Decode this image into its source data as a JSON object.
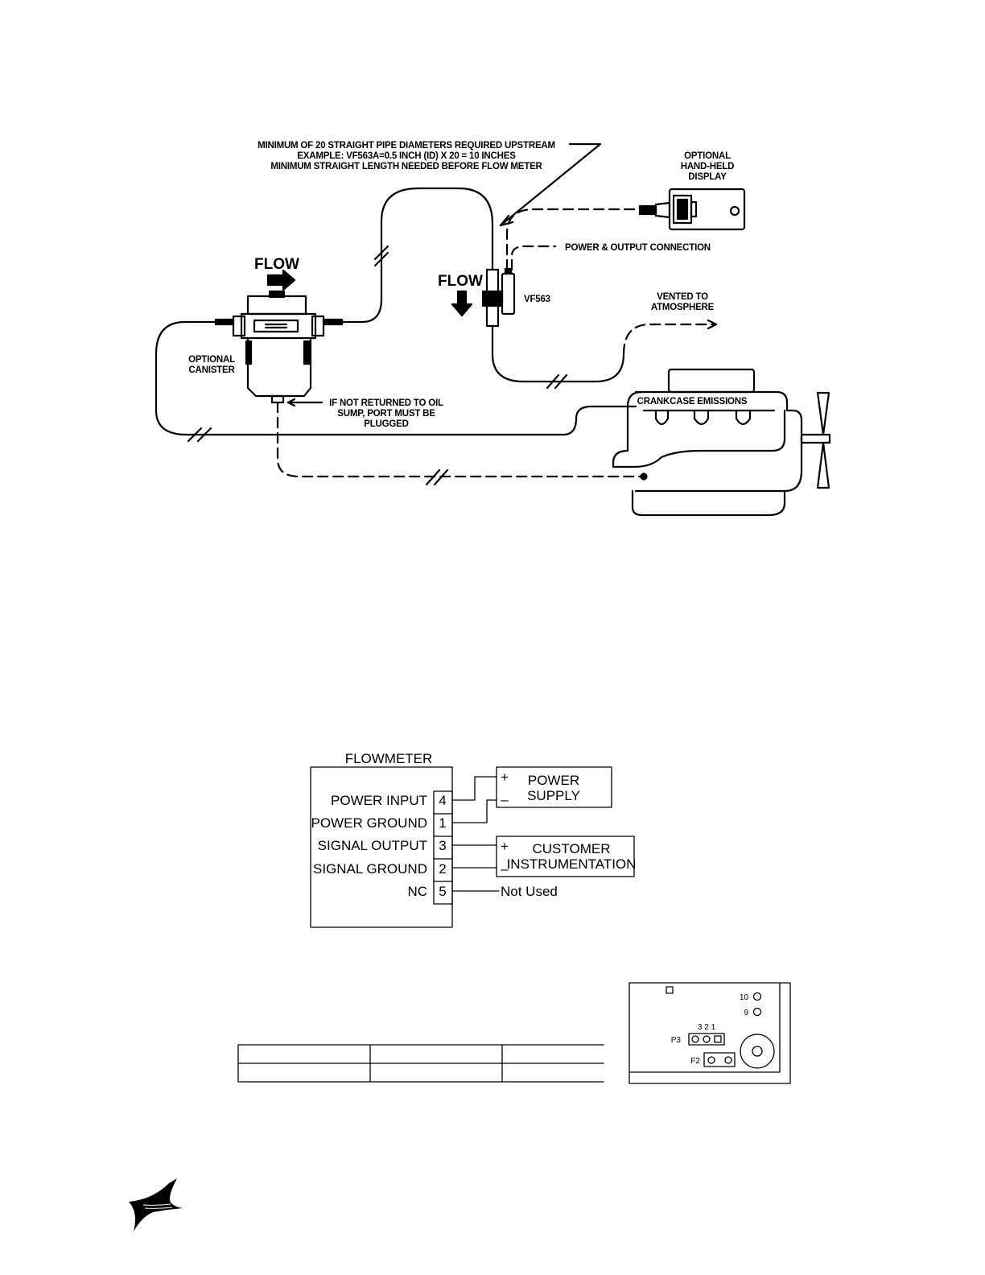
{
  "installation": {
    "note_line1": "MINIMUM OF 20 STRAIGHT PIPE DIAMETERS REQUIRED UPSTREAM",
    "note_line2": "EXAMPLE: VF563A=0.5 INCH (ID) X 20 = 10 INCHES",
    "note_line3": "MINIMUM STRAIGHT LENGTH NEEDED BEFORE FLOW METER",
    "display_line1": "OPTIONAL",
    "display_line2": "HAND-HELD",
    "display_line3": "DISPLAY",
    "power_output": "POWER & OUTPUT CONNECTION",
    "flow_left": "FLOW",
    "flow_center": "FLOW",
    "meter_model": "VF563",
    "vented_line1": "VENTED TO",
    "vented_line2": "ATMOSPHERE",
    "canister_line1": "OPTIONAL",
    "canister_line2": "CANISTER",
    "port_line1": "IF NOT RETURNED TO OIL",
    "port_line2": "SUMP, PORT MUST BE",
    "port_line3": "PLUGGED",
    "crankcase": "CRANKCASE EMISSIONS"
  },
  "wiring": {
    "flowmeter_title": "FLOWMETER",
    "pins": [
      {
        "label": "POWER INPUT",
        "num": "4"
      },
      {
        "label": "POWER GROUND",
        "num": "1"
      },
      {
        "label": "SIGNAL OUTPUT",
        "num": "3"
      },
      {
        "label": "SIGNAL GROUND",
        "num": "2"
      },
      {
        "label": "NC",
        "num": "5"
      }
    ],
    "power_supply_line1": "POWER",
    "power_supply_line2": "SUPPLY",
    "customer_line1": "CUSTOMER",
    "customer_line2": "INSTRUMENTATION",
    "plus": "+",
    "minus": "–",
    "not_used": "Not Used"
  },
  "board": {
    "pin_10": "10",
    "pin_9": "9",
    "jumper_numbers": "3 2 1",
    "p3": "P3",
    "f2": "F2"
  }
}
